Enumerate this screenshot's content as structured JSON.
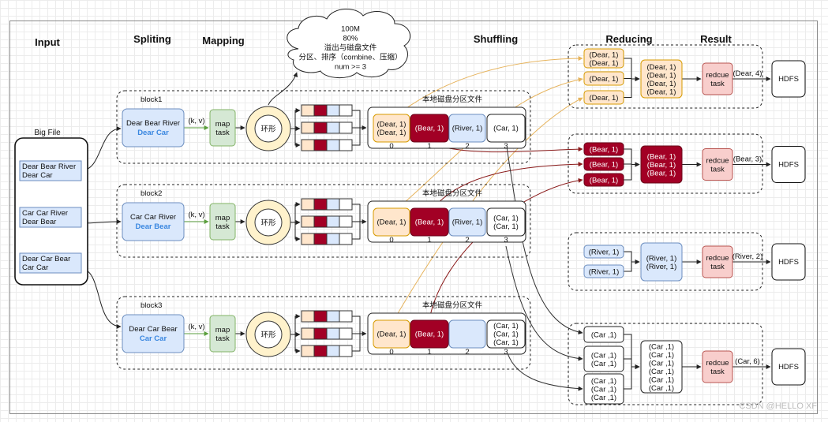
{
  "headers": {
    "input": "Input",
    "spliting": "Spliting",
    "mapping": "Mapping",
    "shuffling": "Shuffling",
    "reducing": "Reducing",
    "result": "Result"
  },
  "cloud": {
    "lines": [
      "100M",
      "80%",
      "溢出与磁盘文件",
      "分区、排序（combine、压缩）",
      "num >= 3"
    ]
  },
  "big_file": {
    "title": "Big File",
    "items": [
      [
        "Dear Bear River",
        "Dear Car"
      ],
      [
        "Car Car River",
        "Dear Bear"
      ],
      [
        "Dear Car Bear",
        "Car Car"
      ]
    ]
  },
  "blocks": [
    {
      "label": "block1",
      "split_lines": [
        "Dear Bear River",
        "Dear Car"
      ],
      "kv": "(k, v)",
      "map_lines": [
        "map",
        "task"
      ],
      "ring": "环形",
      "disk_label": "本地磁盘分区文件",
      "partitions": [
        {
          "lines": [
            "(Dear, 1)",
            "(Dear, 1)"
          ],
          "num": "0"
        },
        {
          "lines": [
            "(Bear, 1)"
          ],
          "num": "1"
        },
        {
          "lines": [
            "(River, 1)"
          ],
          "num": "2"
        },
        {
          "lines": [
            "(Car, 1)"
          ],
          "num": "3"
        }
      ]
    },
    {
      "label": "block2",
      "split_lines": [
        "Car Car River",
        "Dear Bear"
      ],
      "kv": "(k, v)",
      "map_lines": [
        "map",
        "task"
      ],
      "ring": "环形",
      "disk_label": "本地磁盘分区文件",
      "partitions": [
        {
          "lines": [
            "(Dear, 1)"
          ],
          "num": "0"
        },
        {
          "lines": [
            "(Bear, 1)"
          ],
          "num": "1"
        },
        {
          "lines": [
            "(River, 1)"
          ],
          "num": "2"
        },
        {
          "lines": [
            "(Car, 1)",
            "(Car, 1)"
          ],
          "num": "3"
        }
      ]
    },
    {
      "label": "block3",
      "split_lines": [
        "Dear Car Bear",
        "Car Car"
      ],
      "kv": "(k, v)",
      "map_lines": [
        "map",
        "task"
      ],
      "ring": "环形",
      "disk_label": "本地磁盘分区文件",
      "partitions": [
        {
          "lines": [
            "(Dear, 1)"
          ],
          "num": "0"
        },
        {
          "lines": [
            "(Bear, 1)"
          ],
          "num": "1"
        },
        {
          "lines": [],
          "num": "2"
        },
        {
          "lines": [
            "(Car, 1)",
            "(Car, 1)",
            "(Car, 1)"
          ],
          "num": "3"
        }
      ]
    }
  ],
  "reducers": [
    {
      "inputs": [
        [
          "(Dear, 1)",
          "(Dear, 1)"
        ],
        [
          "(Dear, 1)"
        ],
        [
          "(Dear, 1)"
        ]
      ],
      "merged": [
        "(Dear, 1)",
        "(Dear, 1)",
        "(Dear, 1)",
        "(Dear, 1)"
      ],
      "task": [
        "redcue",
        "task"
      ],
      "out": "(Dear, 4)",
      "hdfs": "HDFS"
    },
    {
      "inputs": [
        [
          "(Bear, 1)"
        ],
        [
          "(Bear, 1)"
        ],
        [
          "(Bear, 1)"
        ]
      ],
      "merged": [
        "(Bear, 1)",
        "(Bear, 1)",
        "(Bear, 1)"
      ],
      "task": [
        "redcue",
        "task"
      ],
      "out": "(Bear, 3)",
      "hdfs": "HDFS"
    },
    {
      "inputs": [
        [
          "(River, 1)"
        ],
        [
          "(River, 1)"
        ]
      ],
      "merged": [
        "(River, 1)",
        "(River, 1)"
      ],
      "task": [
        "redcue",
        "task"
      ],
      "out": "(River, 2)",
      "hdfs": "HDFS"
    },
    {
      "inputs": [
        [
          "(Car ,1)"
        ],
        [
          "(Car ,1)",
          "(Car ,1)"
        ],
        [
          "(Car ,1)",
          "(Car ,1)",
          "(Car ,1)"
        ]
      ],
      "merged": [
        "(Car ,1)",
        "(Car ,1)",
        "(Car ,1)",
        "(Car ,1)",
        "(Car ,1)",
        "(Car ,1)"
      ],
      "task": [
        "redcue",
        "task"
      ],
      "out": "(Car, 6)",
      "hdfs": "HDFS"
    }
  ],
  "watermark": "CSDN @HELLO XF",
  "colors": {
    "dear": "#ffe6cc",
    "dear_stroke": "#d79b00",
    "bear": "#a20025",
    "river": "#dae8fc",
    "river_stroke": "#6c8ebf",
    "map": "#d5e8d4",
    "map_stroke": "#82b366",
    "ring": "#fff2cc",
    "ring_stroke": "#d6b656",
    "reduce": "#f8cecc",
    "reduce_stroke": "#b85450",
    "split_text": "#3a87e0"
  }
}
